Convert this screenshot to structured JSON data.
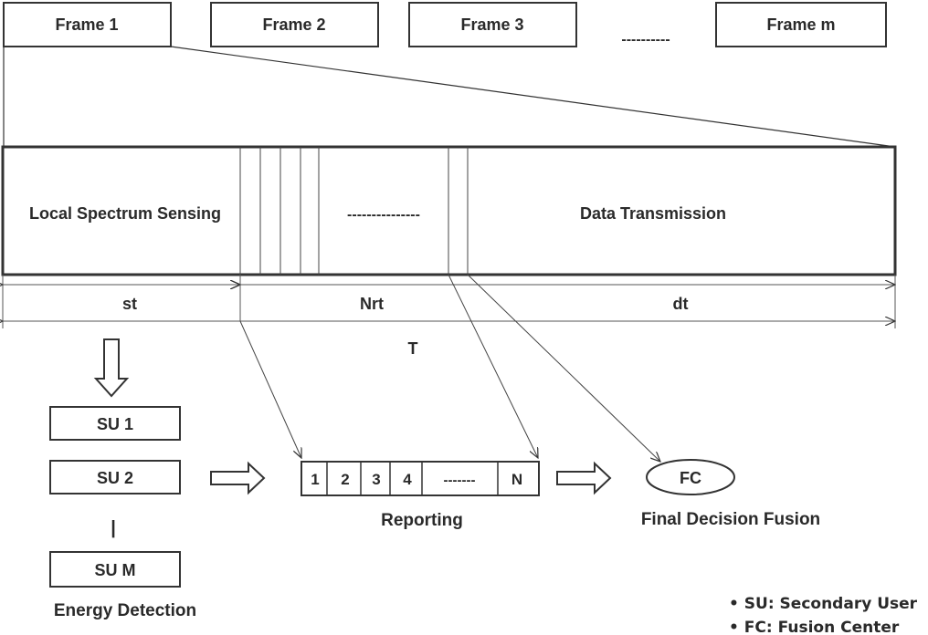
{
  "frames": [
    "Frame 1",
    "Frame 2",
    "Frame 3",
    "Frame m"
  ],
  "frames_ellipsis": "----------",
  "timeline": {
    "sensing_label": "Local Spectrum Sensing",
    "reporting_dashes": "---------------",
    "data_label": "Data Transmission",
    "st": "st",
    "nrt": "Nrt",
    "dt": "dt",
    "total": "T"
  },
  "secondary_users": {
    "items": [
      "SU 1",
      "SU 2",
      "SU M"
    ],
    "separator": "|",
    "caption": "Energy Detection"
  },
  "reporting": {
    "slots": [
      "1",
      "2",
      "3",
      "4",
      "-------",
      "N"
    ],
    "caption": "Reporting"
  },
  "fusion": {
    "node": "FC",
    "caption": "Final Decision Fusion"
  },
  "legend": [
    "• SU: Secondary User",
    "• FC: Fusion Center"
  ]
}
